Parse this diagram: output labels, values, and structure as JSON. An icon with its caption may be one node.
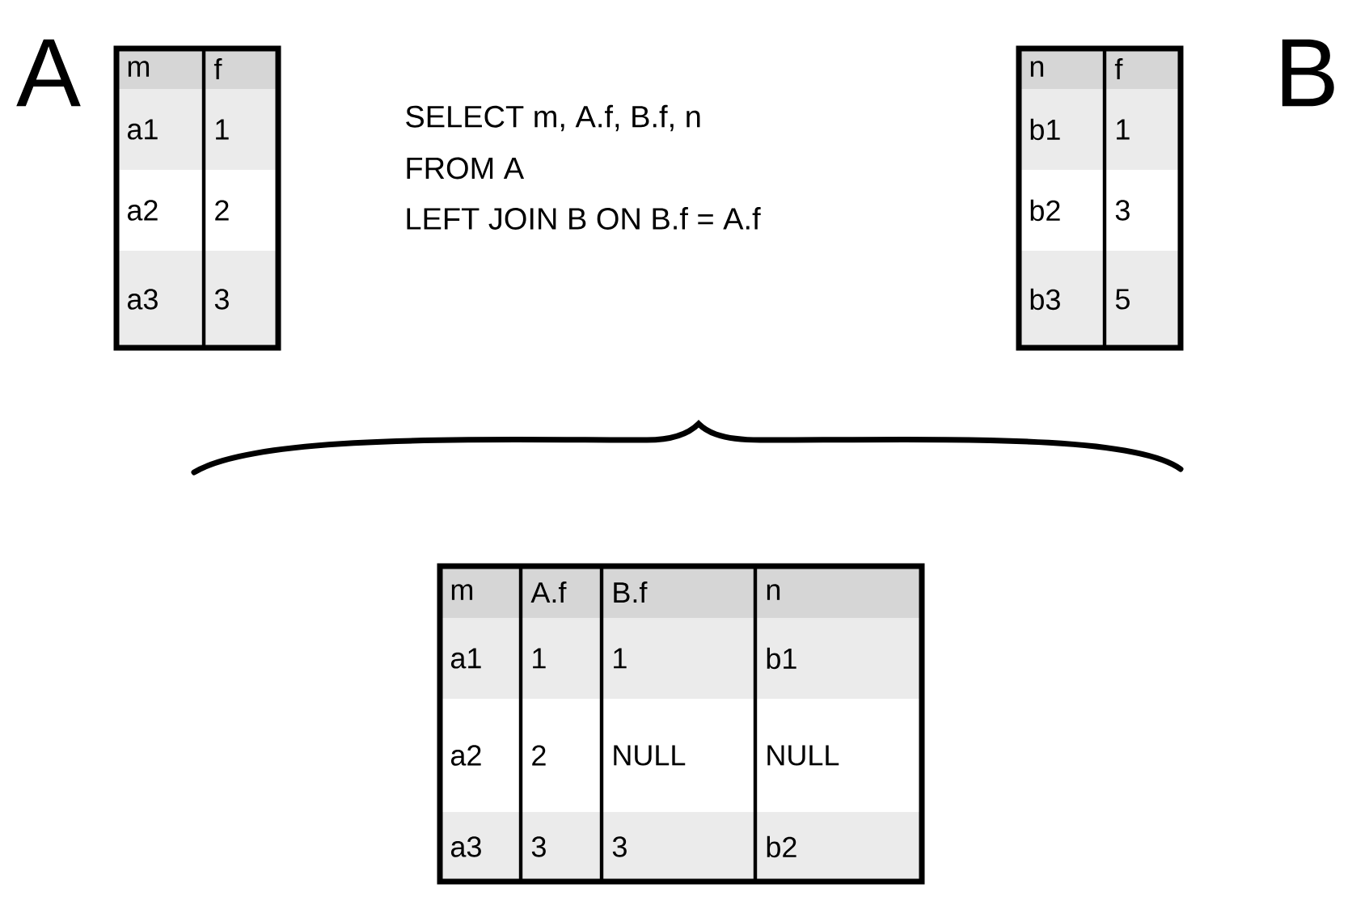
{
  "diagram": {
    "labels": [
      "A",
      "m",
      "f",
      "a1",
      "1",
      "a2",
      "2",
      "a3",
      "3",
      "SELECT m, A.f, B.f, n",
      "FROM A",
      "LEFT JOIN B ON B.f = A.f",
      "n",
      "f",
      "b1",
      "1",
      "b2",
      "3",
      "b3",
      "5",
      "B",
      "m",
      "A.f",
      "B.f",
      "n",
      "a1",
      "1",
      "1",
      "b1",
      "a2",
      "2",
      "NULL",
      "NULL",
      "a3",
      "3",
      "3",
      "b2"
    ]
  }
}
